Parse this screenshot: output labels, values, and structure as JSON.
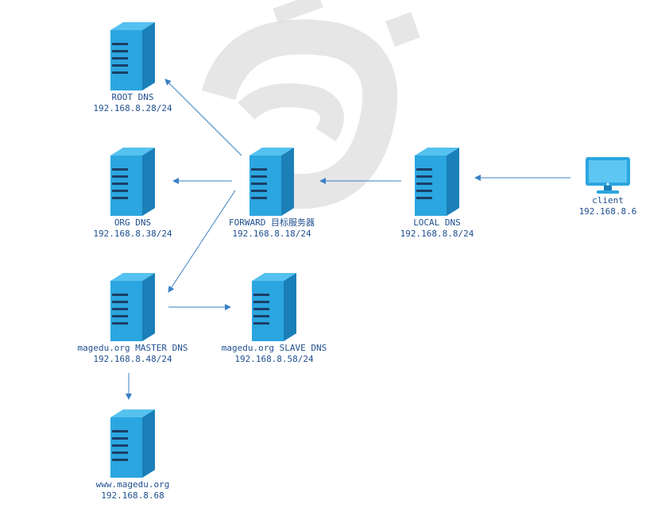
{
  "colors": {
    "server_fill": "#2ba6e0",
    "server_side": "#1b7fb8",
    "server_top": "#55c1ef",
    "slot": "#1a3f66",
    "edge": "#3a7fc4",
    "label": "#1f4f8f",
    "watermark": "#d7d7d7"
  },
  "nodes": {
    "root_dns": {
      "name": "ROOT DNS",
      "ip": "192.168.8.28/24"
    },
    "org_dns": {
      "name": "ORG DNS",
      "ip": "192.168.8.38/24"
    },
    "forward": {
      "name": "FORWARD 目标服务器",
      "ip": "192.168.8.18/24"
    },
    "local_dns": {
      "name": "LOCAL DNS",
      "ip": "192.168.8.8/24"
    },
    "client": {
      "name": "client",
      "ip": "192.168.8.6"
    },
    "master_dns": {
      "name": "magedu.org MASTER DNS",
      "ip": "192.168.8.48/24"
    },
    "slave_dns": {
      "name": "magedu.org SLAVE DNS",
      "ip": "192.168.8.58/24"
    },
    "www": {
      "name": "www.magedu.org",
      "ip": "192.168.8.68"
    }
  },
  "icons": {
    "server": "server-icon",
    "client": "monitor-icon",
    "watermark": "logo-watermark"
  }
}
